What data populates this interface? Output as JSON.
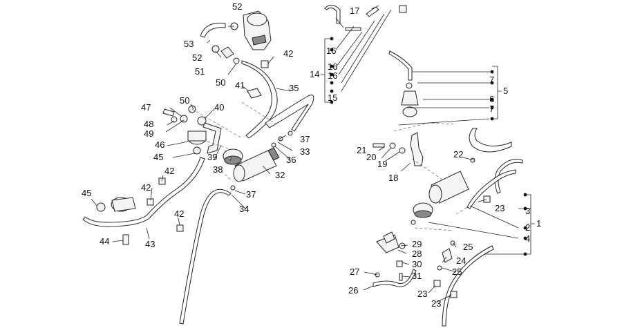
{
  "labels": {
    "p52a": "52",
    "p17": "17",
    "p53": "53",
    "p52b": "52",
    "p42a": "42",
    "p51": "51",
    "p50a": "50",
    "p16a": "16",
    "p16b": "16",
    "p16c": "16",
    "p14": "14",
    "p15": "15",
    "p41": "41",
    "p35": "35",
    "p47": "47",
    "p50b": "50",
    "p40": "40",
    "p48": "48",
    "p49": "49",
    "p46": "46",
    "p37a": "37",
    "p45a": "45",
    "p39": "39",
    "p33": "33",
    "p42b": "42",
    "p36": "36",
    "p38": "38",
    "p32": "32",
    "p42c": "42",
    "p37b": "37",
    "p45b": "45",
    "p34": "34",
    "p42d": "42",
    "p44": "44",
    "p43": "43",
    "p7a": "7",
    "p5": "5",
    "p6": "6",
    "p7b": "7",
    "p21": "21",
    "p20": "20",
    "p19": "19",
    "p22": "22",
    "p18": "18",
    "p3": "3",
    "p23a": "23",
    "p2": "2",
    "p1": "1",
    "p4": "4",
    "p29": "29",
    "p25a": "25",
    "p28": "28",
    "p24": "24",
    "p30": "30",
    "p27": "27",
    "p25b": "25",
    "p31": "31",
    "p26": "26",
    "p23b": "23",
    "p23c": "23"
  }
}
